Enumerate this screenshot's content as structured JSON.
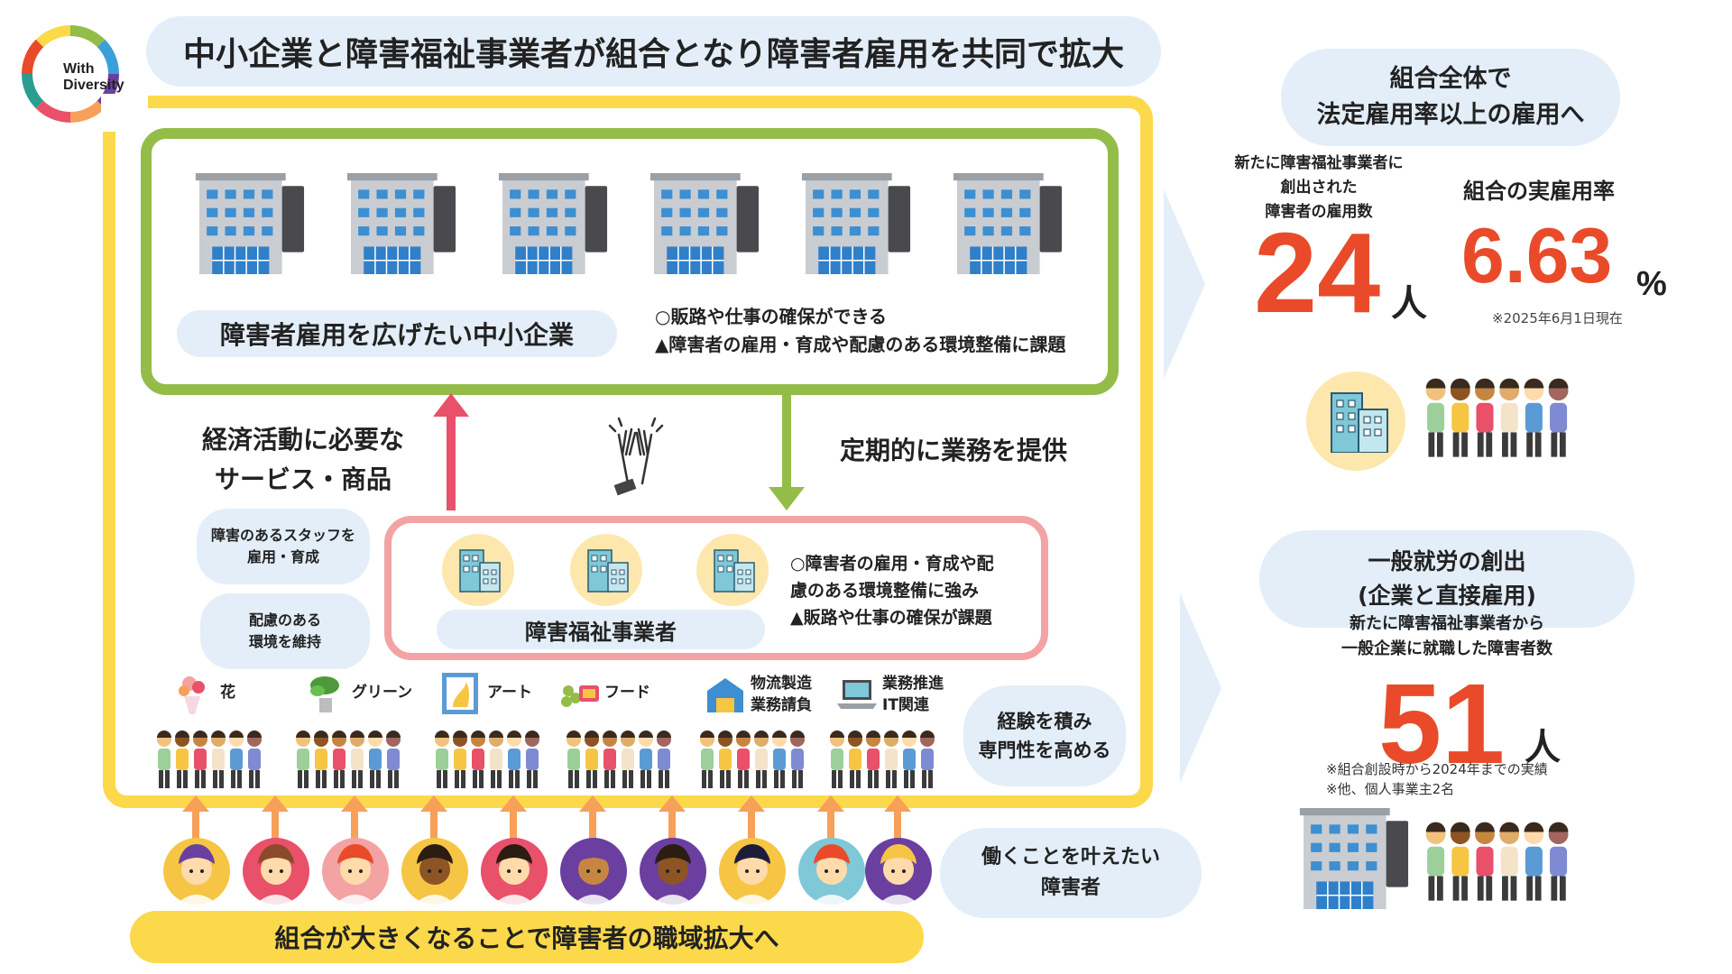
{
  "logo": {
    "line1": "With",
    "line2": "Diversity"
  },
  "title": "中小企業と障害福祉事業者が組合となり障害者雇用を共同で拡大",
  "sme": {
    "label": "障害者雇用を広げたい中小企業",
    "note1": "○販路や仕事の確保ができる",
    "note2": "▲障害者の雇用・育成や配慮のある環境整備に課題"
  },
  "left_flow": {
    "line1": "経済活動に必要な",
    "line2": "サービス・商品"
  },
  "right_flow": "定期的に業務を提供",
  "welfare": {
    "label": "障害福祉事業者",
    "note1": "○障害者の雇用・育成や配",
    "note2": "慮のある環境整備に強み",
    "note3": "▲販路や仕事の確保が課題"
  },
  "side_bubbles": [
    {
      "line1": "障害のあるスタッフを",
      "line2": "雇用・育成"
    },
    {
      "line1": "配慮のある",
      "line2": "環境を維持"
    }
  ],
  "categories": [
    {
      "icon": "flower-bouquet-icon",
      "line1": "花",
      "line2": ""
    },
    {
      "icon": "plant-icon",
      "line1": "グリーン",
      "line2": ""
    },
    {
      "icon": "art-frame-icon",
      "line1": "アート",
      "line2": ""
    },
    {
      "icon": "food-icon",
      "line1": "フード",
      "line2": ""
    },
    {
      "icon": "warehouse-icon",
      "line1": "物流製造",
      "line2": "業務請負"
    },
    {
      "icon": "laptop-icon",
      "line1": "業務推進",
      "line2": "IT関連"
    }
  ],
  "expertise": {
    "line1": "経験を積み",
    "line2": "専門性を高める"
  },
  "want_to_work": {
    "line1": "働くことを叶えたい",
    "line2": "障害者"
  },
  "bottom_banner": "組合が大きくなることで障害者の職域拡大へ",
  "stats_top": {
    "header_line1": "組合全体で",
    "header_line2": "法定雇用率以上の雇用へ",
    "left_label1": "新たに障害福祉事業者に",
    "left_label2": "創出された",
    "left_label3": "障害者の雇用数",
    "left_value": "24",
    "left_unit": "人",
    "right_label": "組合の実雇用率",
    "right_value": "6.63",
    "right_unit": "%",
    "right_note": "※2025年6月1日現在"
  },
  "stats_bottom": {
    "header_line1": "一般就労の創出",
    "header_line2": "(企業と直接雇用)",
    "label1": "新たに障害福祉事業者から",
    "label2": "一般企業に就職した障害者数",
    "value": "51",
    "unit": "人",
    "note1": "※組合創設時から2024年までの実績",
    "note2": "※他、個人事業主2名"
  },
  "colors": {
    "yellow": "#fbd94a",
    "green": "#94bc48",
    "pink": "#f3a3a3",
    "red_arrow": "#e9506a",
    "orange_arrow": "#f6a05a",
    "accent_red": "#e94b2a",
    "bubble_blue": "#e3eef8"
  }
}
